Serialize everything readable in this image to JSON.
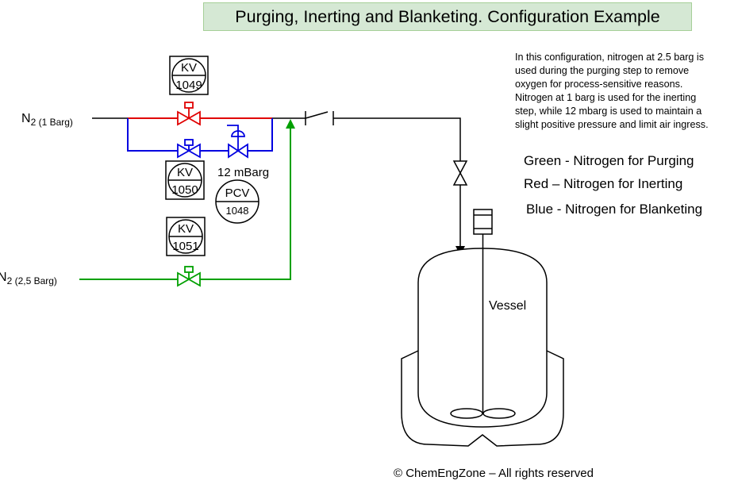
{
  "title": "Purging, Inerting and Blanketing. Configuration Example",
  "description": [
    "In this configuration, nitrogen at 2.5 barg is",
    "used during the purging step to remove",
    "oxygen for process-sensitive reasons.",
    "Nitrogen at 1 barg is used for the inerting",
    "step, while 12 mbarg is used to maintain a",
    "slight positive pressure and limit air ingress."
  ],
  "legend": {
    "green": "Green - Nitrogen for Purging",
    "red": "Red – Nitrogen for Inerting",
    "blue": "Blue - Nitrogen for Blanketing"
  },
  "sources": {
    "n2_1barg": {
      "symbol": "N",
      "subscript": "2 (1 Barg)"
    },
    "n2_25barg": {
      "symbol": "N",
      "subscript": "2 (2,5 Barg)"
    }
  },
  "valves": {
    "kv1049": {
      "tag": "KV",
      "number": "1049"
    },
    "kv1050": {
      "tag": "KV",
      "number": "1050"
    },
    "kv1051": {
      "tag": "KV",
      "number": "1051"
    },
    "pcv1048": {
      "tag": "PCV",
      "number": "1048",
      "setpoint": "12 mBarg"
    }
  },
  "vessel_label": "Vessel",
  "copyright": "© ChemEngZone – All rights reserved",
  "colors": {
    "purging": "#00a000",
    "inerting": "#e00000",
    "blanketing": "#0000e0",
    "title_bg": "#d5e8d4"
  }
}
